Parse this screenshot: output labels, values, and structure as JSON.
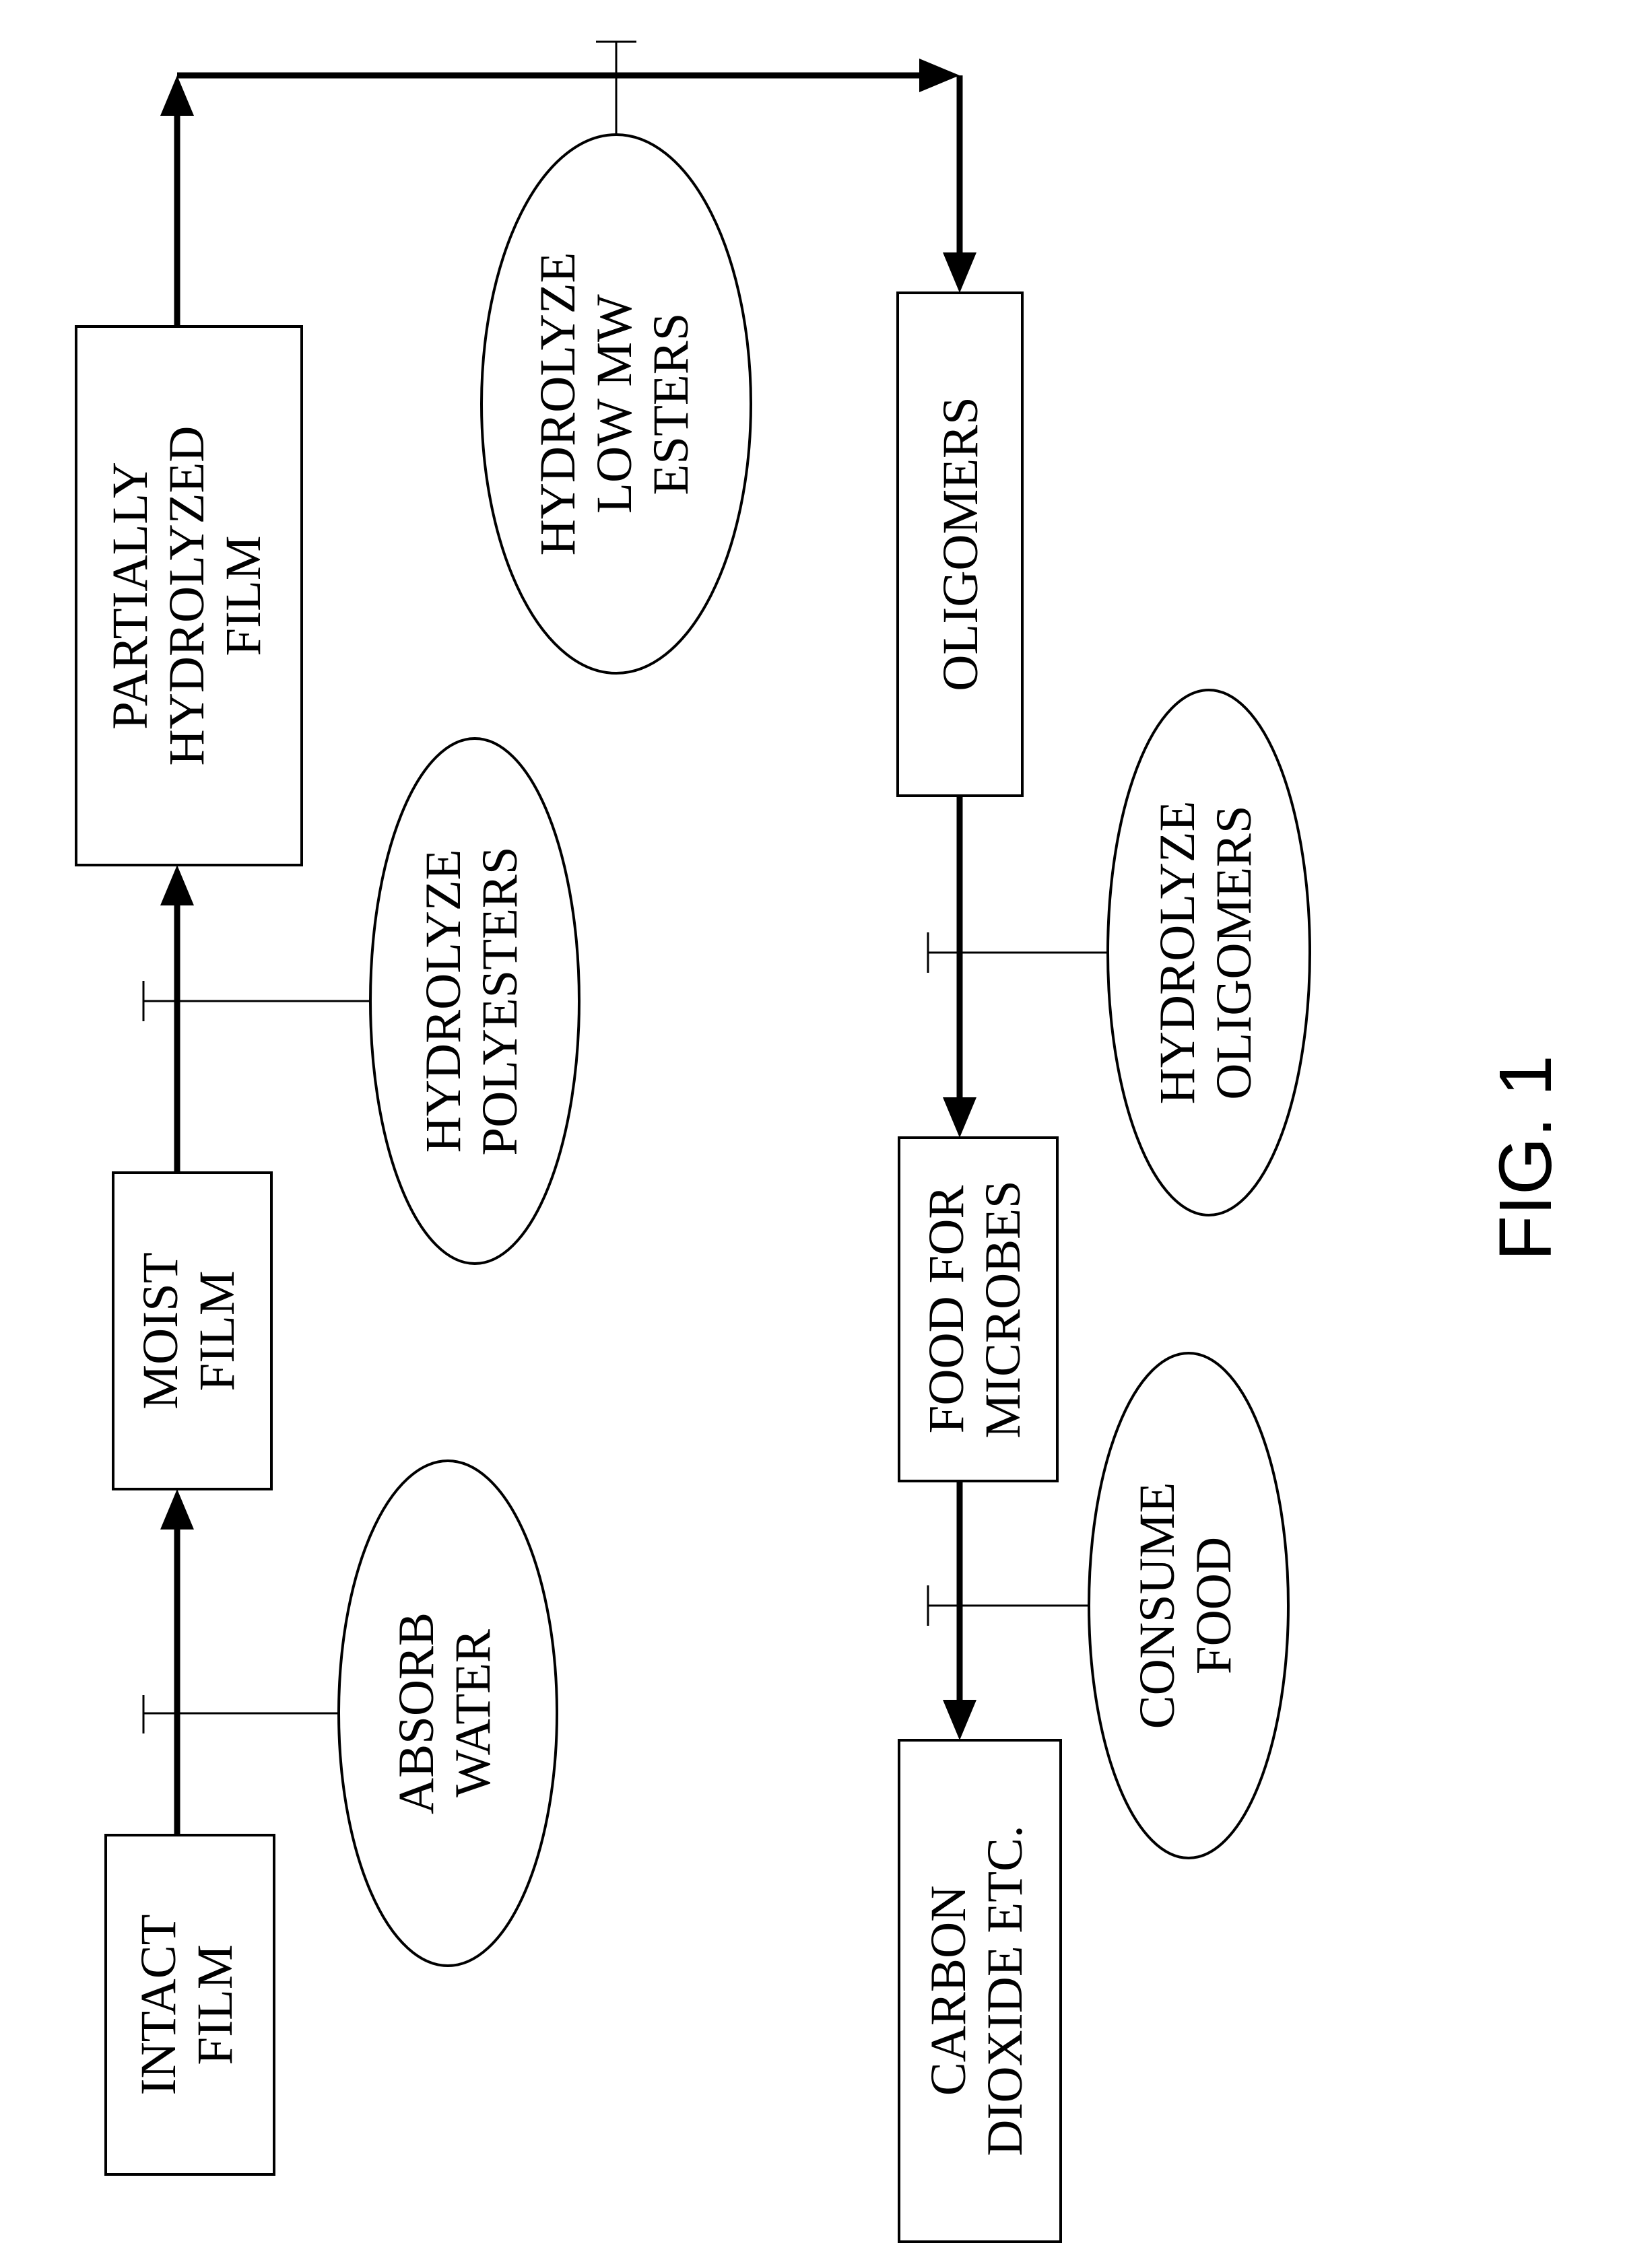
{
  "figure_label": "FIG. 1",
  "boxes": {
    "intact_film": [
      "INTACT",
      "FILM"
    ],
    "moist_film": [
      "MOIST",
      "FILM"
    ],
    "partially_hydrolyzed_film": [
      "PARTIALLY",
      "HYDROLYZED",
      "FILM"
    ],
    "oligomers": [
      "OLIGOMERS"
    ],
    "food_for_microbes": [
      "FOOD FOR",
      "MICROBES"
    ],
    "carbon_dioxide": [
      "CARBON",
      "DIOXIDE ETC."
    ]
  },
  "processes": {
    "absorb_water": [
      "ABSORB",
      "WATER"
    ],
    "hydrolyze_polyesters": [
      "HYDROLYZE",
      "POLYESTERS"
    ],
    "hydrolyze_low_mw_esters": [
      "HYDROLYZE",
      "LOW MW",
      "ESTERS"
    ],
    "hydrolyze_oligomers": [
      "HYDROLYZE",
      "OLIGOMERS"
    ],
    "consume_food": [
      "CONSUME",
      "FOOD"
    ]
  }
}
